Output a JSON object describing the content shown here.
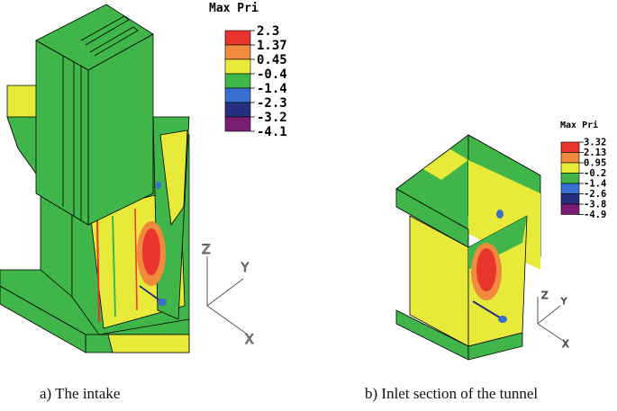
{
  "colors": {
    "green": "#3fb54a",
    "yellow": "#e8ea3a",
    "orange": "#f08a3c",
    "red": "#e8342c",
    "blue": "#3a6fd0",
    "darkblue": "#27307e",
    "purple": "#7a1d73",
    "outline": "#000000"
  },
  "panel_a": {
    "legend_title": "Max Pri",
    "legend_levels": [
      "2.3",
      "1.37",
      "0.45",
      "-0.4",
      "-1.4",
      "-2.3",
      "-3.2",
      "-4.1"
    ],
    "legend_colors": [
      "#e8342c",
      "#f08a3c",
      "#e8ea3a",
      "#3fb54a",
      "#3a6fd0",
      "#27307e",
      "#7a1d73"
    ],
    "axis": {
      "z": "Z",
      "y": "Y",
      "x": "X"
    },
    "caption": "a) The intake"
  },
  "panel_b": {
    "legend_title": "Max Pri",
    "legend_levels": [
      "3.32",
      "2.13",
      "0.95",
      "-0.2",
      "-1.4",
      "-2.6",
      "-3.8",
      "-4.9"
    ],
    "legend_colors": [
      "#e8342c",
      "#f08a3c",
      "#e8ea3a",
      "#3fb54a",
      "#3a6fd0",
      "#27307e",
      "#7a1d73"
    ],
    "axis": {
      "z": "Z",
      "y": "Y",
      "x": "X"
    },
    "caption": "b) Inlet section of the tunnel"
  }
}
